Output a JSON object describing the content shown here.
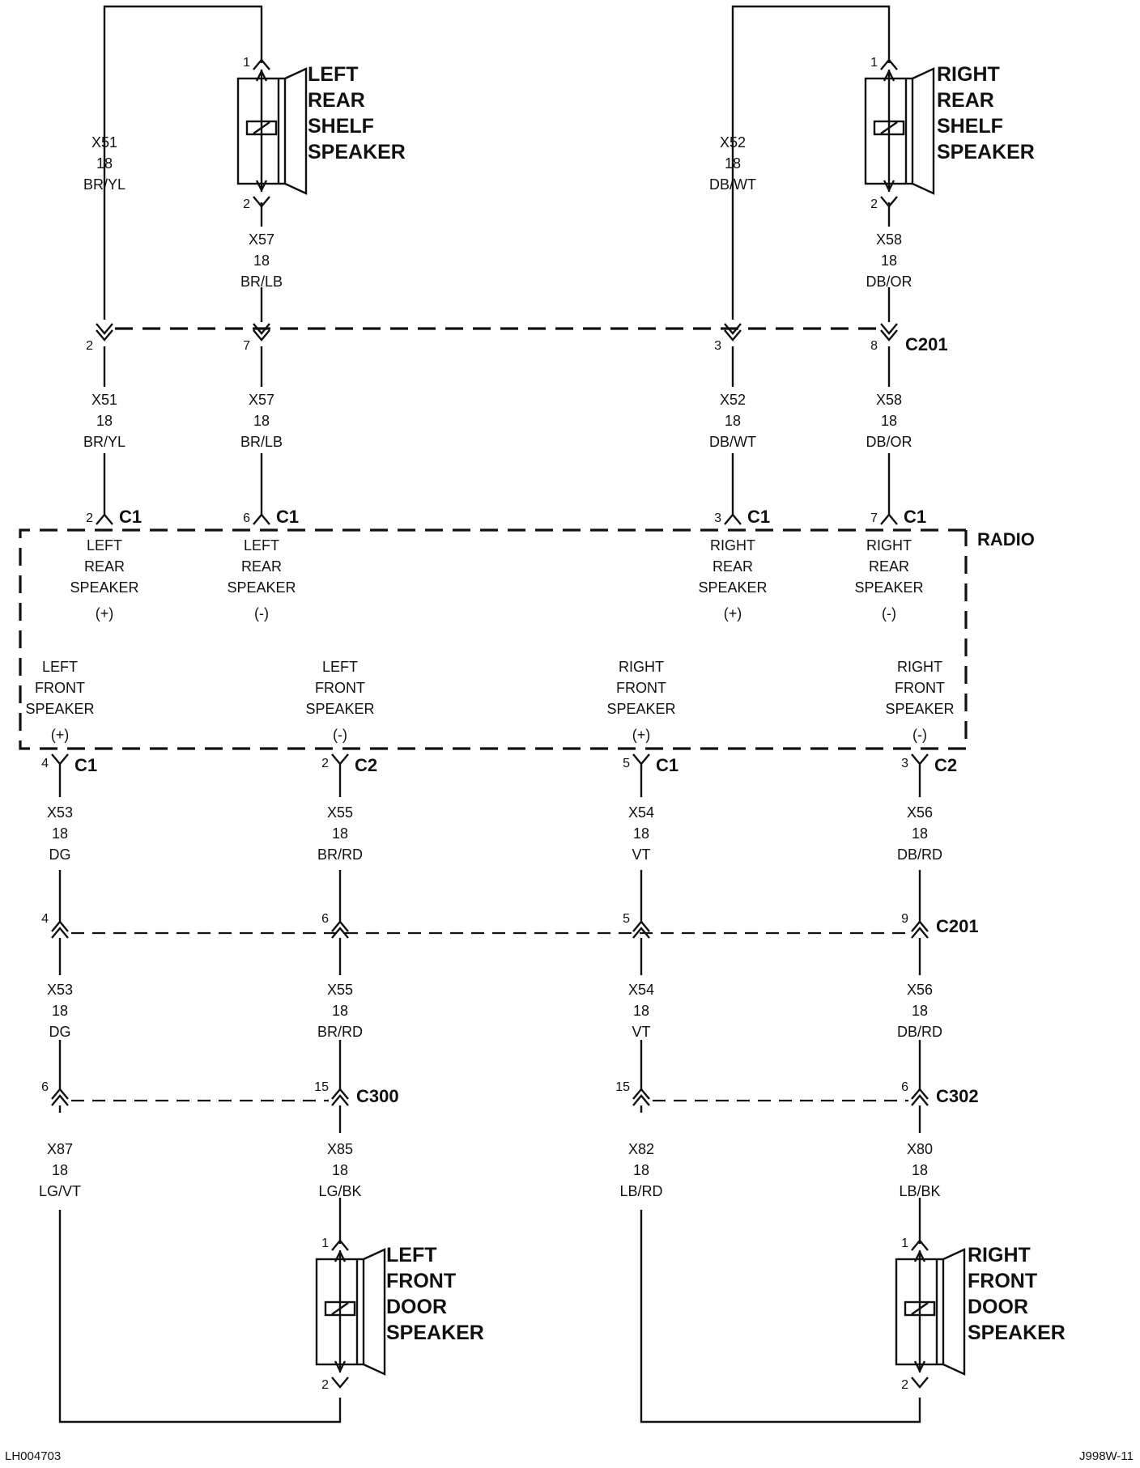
{
  "footer": {
    "left_code": "LH004703",
    "right_code": "J998W-11"
  },
  "module": {
    "name": "RADIO"
  },
  "speakers": {
    "left_rear_shelf": {
      "lines": [
        "LEFT",
        "REAR",
        "SHELF",
        "SPEAKER"
      ],
      "pin_top": "1",
      "pin_bottom": "2"
    },
    "right_rear_shelf": {
      "lines": [
        "RIGHT",
        "REAR",
        "SHELF",
        "SPEAKER"
      ],
      "pin_top": "1",
      "pin_bottom": "2"
    },
    "left_front_door": {
      "lines": [
        "LEFT",
        "FRONT",
        "DOOR",
        "SPEAKER"
      ],
      "pin_top": "1",
      "pin_bottom": "2"
    },
    "right_front_door": {
      "lines": [
        "RIGHT",
        "FRONT",
        "DOOR",
        "SPEAKER"
      ],
      "pin_top": "1",
      "pin_bottom": "2"
    }
  },
  "wires": {
    "x51_top": [
      "X51",
      "18",
      "BR/YL"
    ],
    "x57_top": [
      "X57",
      "18",
      "BR/LB"
    ],
    "x52_top": [
      "X52",
      "18",
      "DB/WT"
    ],
    "x58_top": [
      "X58",
      "18",
      "DB/OR"
    ],
    "x51_mid": [
      "X51",
      "18",
      "BR/YL"
    ],
    "x57_mid": [
      "X57",
      "18",
      "BR/LB"
    ],
    "x52_mid": [
      "X52",
      "18",
      "DB/WT"
    ],
    "x58_mid": [
      "X58",
      "18",
      "DB/OR"
    ],
    "x53_a": [
      "X53",
      "18",
      "DG"
    ],
    "x55_a": [
      "X55",
      "18",
      "BR/RD"
    ],
    "x54_a": [
      "X54",
      "18",
      "VT"
    ],
    "x56_a": [
      "X56",
      "18",
      "DB/RD"
    ],
    "x53_b": [
      "X53",
      "18",
      "DG"
    ],
    "x55_b": [
      "X55",
      "18",
      "BR/RD"
    ],
    "x54_b": [
      "X54",
      "18",
      "VT"
    ],
    "x56_b": [
      "X56",
      "18",
      "DB/RD"
    ],
    "x87": [
      "X87",
      "18",
      "LG/VT"
    ],
    "x85": [
      "X85",
      "18",
      "LG/BK"
    ],
    "x82": [
      "X82",
      "18",
      "LB/RD"
    ],
    "x80": [
      "X80",
      "18",
      "LB/BK"
    ]
  },
  "connectors": {
    "c201_top": {
      "name": "C201",
      "pins": [
        "2",
        "7",
        "3",
        "8"
      ]
    },
    "radio_rear": {
      "pins": [
        "2",
        "6",
        "3",
        "7"
      ],
      "names": [
        "C1",
        "C1",
        "C1",
        "C1"
      ]
    },
    "radio_front": {
      "pins": [
        "4",
        "2",
        "5",
        "3"
      ],
      "names": [
        "C1",
        "C2",
        "C1",
        "C2"
      ]
    },
    "c201_bottom": {
      "name": "C201",
      "pins": [
        "4",
        "6",
        "5",
        "9"
      ]
    },
    "c300": {
      "name": "C300",
      "pins": [
        "6",
        "15"
      ]
    },
    "c302": {
      "name": "C302",
      "pins": [
        "15",
        "6"
      ]
    }
  },
  "radio_functions": {
    "rear": [
      [
        "LEFT",
        "REAR",
        "SPEAKER",
        "(+)"
      ],
      [
        "LEFT",
        "REAR",
        "SPEAKER",
        "(-)"
      ],
      [
        "RIGHT",
        "REAR",
        "SPEAKER",
        "(+)"
      ],
      [
        "RIGHT",
        "REAR",
        "SPEAKER",
        "(-)"
      ]
    ],
    "front": [
      [
        "LEFT",
        "FRONT",
        "SPEAKER",
        "(+)"
      ],
      [
        "LEFT",
        "FRONT",
        "SPEAKER",
        "(-)"
      ],
      [
        "RIGHT",
        "FRONT",
        "SPEAKER",
        "(+)"
      ],
      [
        "RIGHT",
        "FRONT",
        "SPEAKER",
        "(-)"
      ]
    ]
  }
}
